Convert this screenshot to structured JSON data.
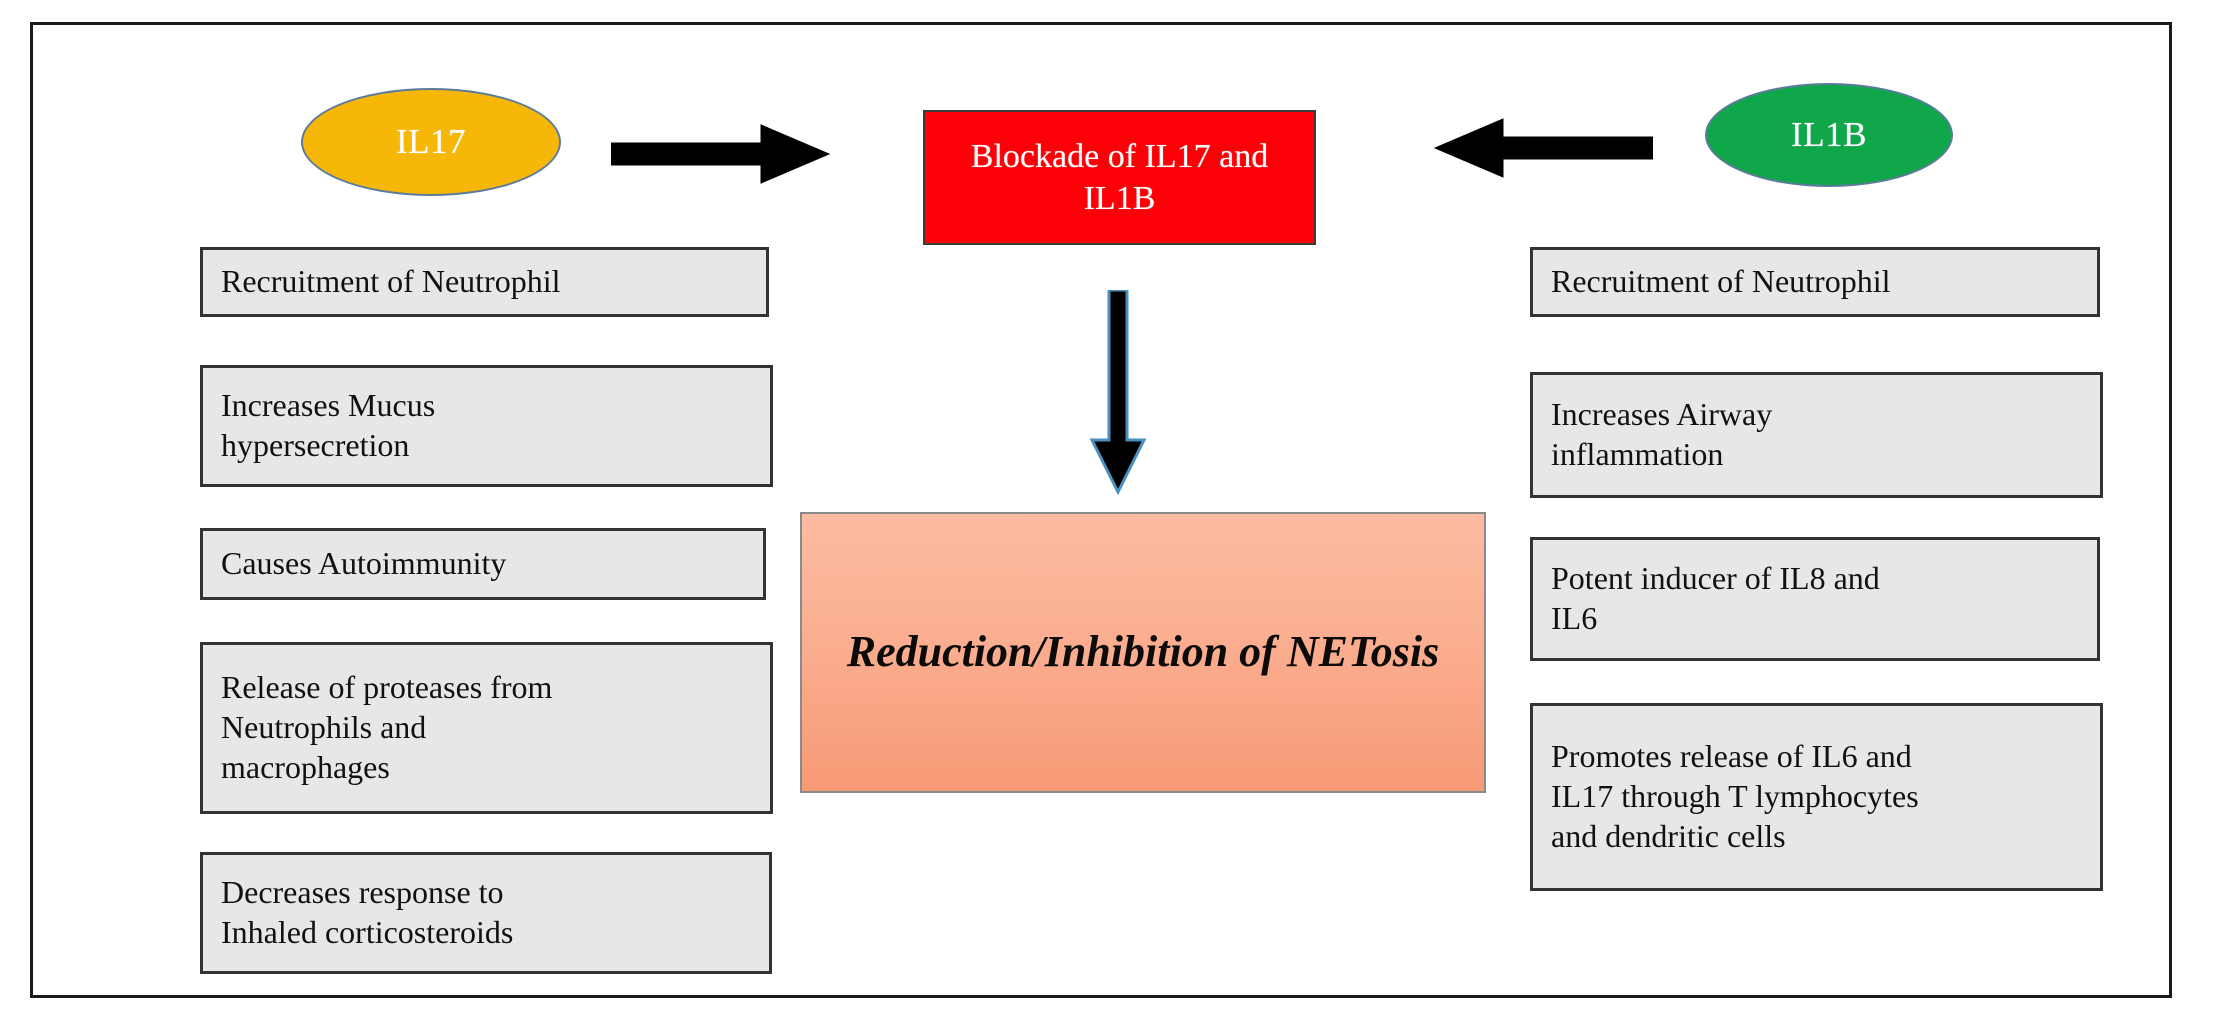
{
  "diagram": {
    "title_visible": false,
    "colors": {
      "il17_fill": "#F7B709",
      "il1b_fill": "#10A64A",
      "blockade_fill": "#FB0007",
      "outcome_fill": "#FBAE90",
      "info_box_fill": "#E7E7E7",
      "frame_border": "#1a1a1a",
      "arrow_fill": "#000000"
    },
    "nodes": {
      "il17_ellipse": {
        "label": "IL17"
      },
      "il1b_ellipse": {
        "label": "IL1B"
      },
      "blockade_box": {
        "line1": "Blockade of IL17",
        "line2": "and IL1B"
      },
      "outcome_box": {
        "line1": "Reduction/Inhibition of",
        "line2": "NETosis"
      }
    },
    "left_column": {
      "source": "IL17",
      "items": [
        {
          "lines": [
            "Recruitment of Neutrophil"
          ]
        },
        {
          "lines": [
            "Increases Mucus",
            "hypersecretion"
          ]
        },
        {
          "lines": [
            "Causes Autoimmunity"
          ]
        },
        {
          "lines": [
            "Release of proteases from",
            "Neutrophils and",
            "macrophages"
          ]
        },
        {
          "lines": [
            "Decreases response to",
            "Inhaled corticosteroids"
          ]
        }
      ]
    },
    "right_column": {
      "source": "IL1B",
      "items": [
        {
          "lines": [
            "Recruitment of Neutrophil"
          ]
        },
        {
          "lines": [
            "Increases  Airway",
            "inflammation"
          ]
        },
        {
          "lines": [
            "Potent inducer of IL8 and",
            "IL6"
          ]
        },
        {
          "lines": [
            "Promotes release of IL6 and",
            "IL17 through T lymphocytes",
            "and dendritic cells"
          ]
        }
      ]
    },
    "arrows": [
      {
        "name": "il17-to-blockade",
        "direction": "right"
      },
      {
        "name": "il1b-to-blockade",
        "direction": "left"
      },
      {
        "name": "blockade-to-outcome",
        "direction": "down"
      }
    ]
  }
}
